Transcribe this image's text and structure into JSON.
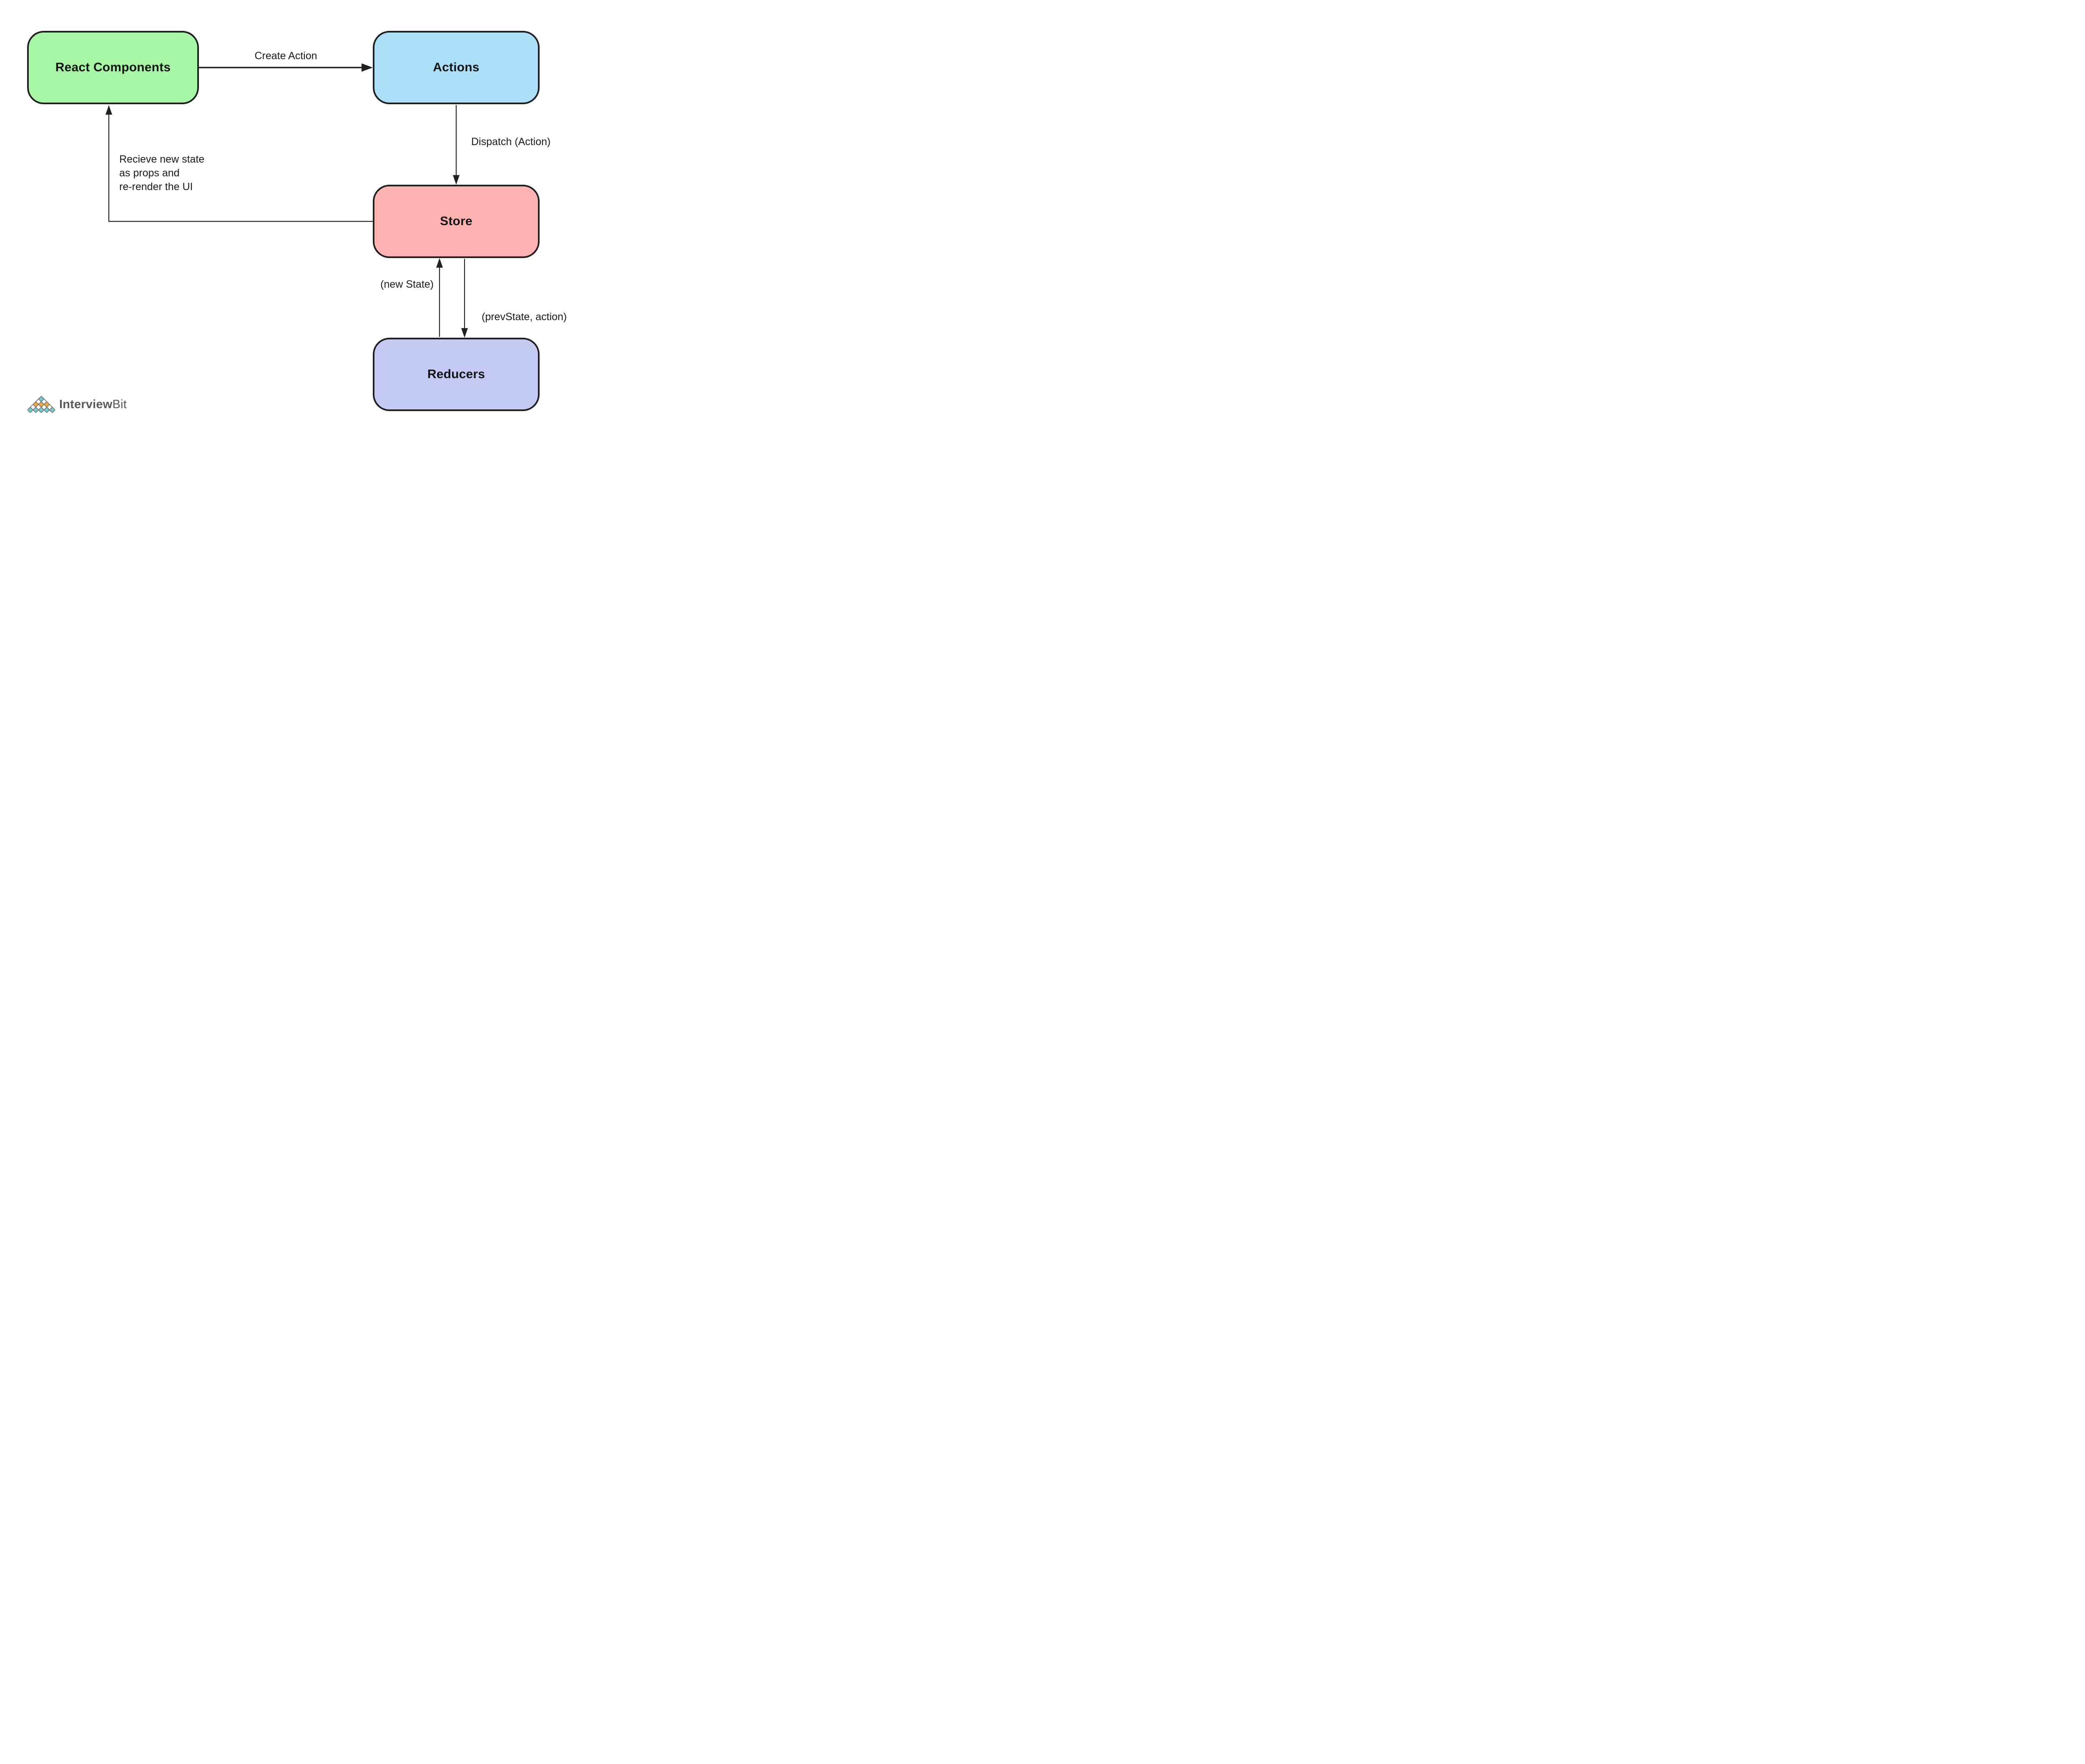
{
  "diagram": {
    "nodes": [
      {
        "id": "react-components",
        "label": "React Components",
        "fill": "#a6f6a6"
      },
      {
        "id": "actions",
        "label": "Actions",
        "fill": "#acdff8"
      },
      {
        "id": "store",
        "label": "Store",
        "fill": "#ffb3b3"
      },
      {
        "id": "reducers",
        "label": "Reducers",
        "fill": "#c5caf5"
      }
    ],
    "edge_labels": {
      "create_action": "Create Action",
      "dispatch": "Dispatch (Action)",
      "receive": {
        "line1": "Recieve new state",
        "line2": "as props and",
        "line3": "re-render the UI"
      },
      "new_state": "(new State)",
      "prev_state": "(prevState, action)"
    },
    "stroke_color": "#212121"
  },
  "logo": {
    "word_bold": "Interview",
    "word_light": "Bit",
    "text_color": "#58585a",
    "diamond_teal": "#72cdd6",
    "diamond_orange": "#f6a93c",
    "diamond_white": "#ffffff",
    "diamond_outline": "#6e6e6e"
  }
}
